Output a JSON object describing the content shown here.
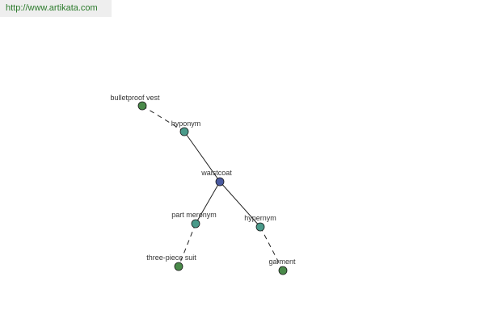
{
  "source_url": "http://www.artikata.com",
  "colors": {
    "center_node": "#4a5aa0",
    "relation_node": "#4a9a8a",
    "term_node": "#4a8a4a",
    "edge": "#222222",
    "url_text": "#2a7a2a"
  },
  "nodes": [
    {
      "id": "waistcoat",
      "label": "waistcoat",
      "kind": "center"
    },
    {
      "id": "hyponym",
      "label": "hyponym",
      "kind": "relation"
    },
    {
      "id": "bulletproof-vest",
      "label": "bulletproof vest",
      "kind": "term"
    },
    {
      "id": "part-meronym",
      "label": "part meronym",
      "kind": "relation"
    },
    {
      "id": "three-piece-suit",
      "label": "three-piece suit",
      "kind": "term"
    },
    {
      "id": "hypernym",
      "label": "hypernym",
      "kind": "relation"
    },
    {
      "id": "garment",
      "label": "garment",
      "kind": "term"
    }
  ],
  "edges": [
    {
      "from": "waistcoat",
      "to": "hyponym",
      "style": "solid"
    },
    {
      "from": "hyponym",
      "to": "bulletproof-vest",
      "style": "dashed"
    },
    {
      "from": "waistcoat",
      "to": "part-meronym",
      "style": "solid"
    },
    {
      "from": "part-meronym",
      "to": "three-piece-suit",
      "style": "dashed"
    },
    {
      "from": "waistcoat",
      "to": "hypernym",
      "style": "solid"
    },
    {
      "from": "hypernym",
      "to": "garment",
      "style": "dashed"
    }
  ]
}
